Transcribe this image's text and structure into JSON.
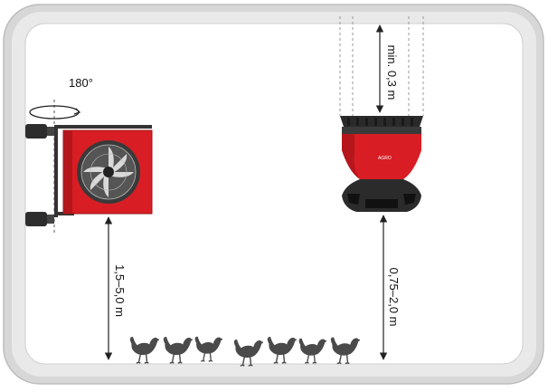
{
  "labels": {
    "rotation": "180°",
    "min_clearance": "min. 0,3 m",
    "side_fan_height": "1,5–5,0 m",
    "ceiling_unit_height": "0,75–2,0 m"
  },
  "chicken_count": 7,
  "colors": {
    "frame_outer": "#d4d4d4",
    "frame_inner": "#eeeeee",
    "unit_red": "#d81e24",
    "unit_dark": "#2b2b2b",
    "dimension_line": "#222222",
    "chicken": "#4a4a4a"
  },
  "icons": [
    "rotation-arrow-icon",
    "side-wall-fan-icon",
    "ceiling-mixing-fan-icon",
    "chicken-icon"
  ]
}
